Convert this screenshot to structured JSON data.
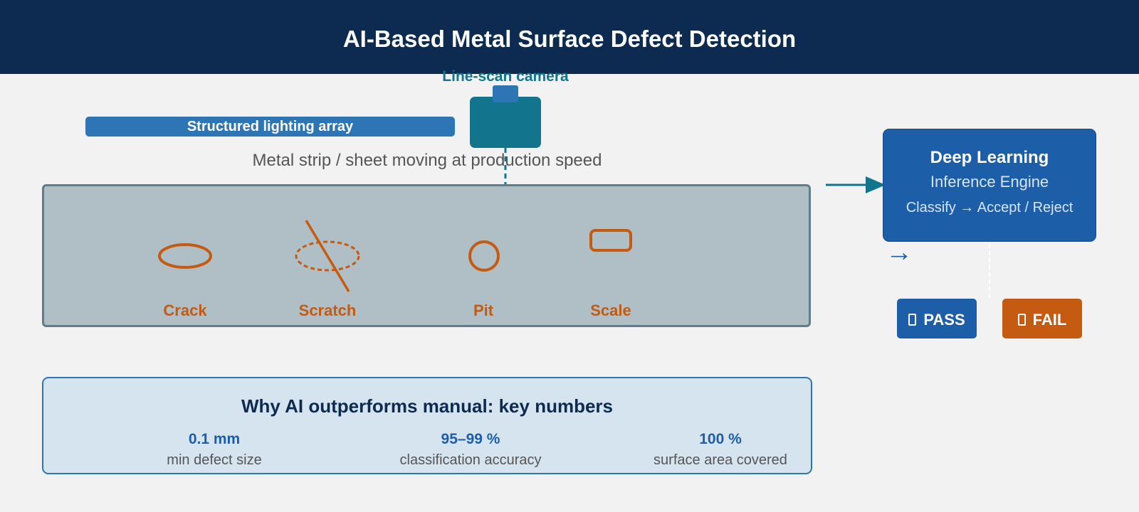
{
  "header": {
    "title": "AI-Based Metal Surface Defect Detection"
  },
  "camera": {
    "label": "Line-scan camera"
  },
  "lighting": {
    "label": "Structured lighting array"
  },
  "strip": {
    "caption": "Metal strip / sheet moving at production speed"
  },
  "defects": [
    {
      "label": "Crack",
      "icon": "ellipse-icon"
    },
    {
      "label": "Scratch",
      "icon": "dashed-ellipse-slash-icon"
    },
    {
      "label": "Pit",
      "icon": "circle-icon"
    },
    {
      "label": "Scale",
      "icon": "rounded-rect-icon"
    }
  ],
  "engine": {
    "title": "Deep Learning",
    "subtitle": "Inference Engine",
    "flow_from": "Classify",
    "flow_arrow": "→",
    "flow_to": "Accept / Reject"
  },
  "side_arrow": "→",
  "results": {
    "pass_label": "PASS",
    "fail_label": "FAIL",
    "pass_icon": "box-icon",
    "fail_icon": "box-icon"
  },
  "stats": {
    "title": "Why AI outperforms manual: key numbers",
    "items": [
      {
        "value": "0.1 mm",
        "label": "min defect size"
      },
      {
        "value": "95–99 %",
        "label": "classification accuracy"
      },
      {
        "value": "100 %",
        "label": "surface area covered"
      }
    ]
  },
  "colors": {
    "header": "#0d2a50",
    "accent_blue": "#2e75b6",
    "camera_teal": "#13748e",
    "engine_blue": "#1d5ea8",
    "defect_orange": "#c55a11",
    "strip_gray": "#b0bec5"
  }
}
